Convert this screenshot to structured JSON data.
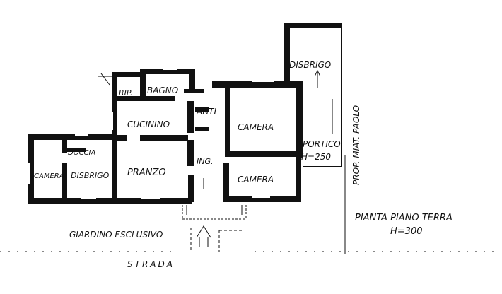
{
  "rooms": {
    "disbrigo_top": "DISBRIGO",
    "rip": "RIP.",
    "bagno": "BAGNO",
    "anti": "ANTI",
    "cucinino": "CUCININO",
    "camera_upper": "CAMERA",
    "portico": "PORTICO",
    "portico_height": "H=250",
    "doccia": "DOCCIA",
    "camera_left": "CAMERA",
    "disbrigo_left": "DISBRIGO",
    "pranzo": "PRANZO",
    "ingresso": "ING.",
    "camera_lower": "CAMERA"
  },
  "labels": {
    "neighbor_property": "PROP. MIAT. PAOLO",
    "garden": "GIARDINO ESCLUSIVO",
    "street": "STRADA",
    "plan_title": "PIANTA PIANO TERRA",
    "plan_height": "H=300"
  },
  "colors": {
    "ink": "#111111",
    "paper": "#ffffff"
  }
}
